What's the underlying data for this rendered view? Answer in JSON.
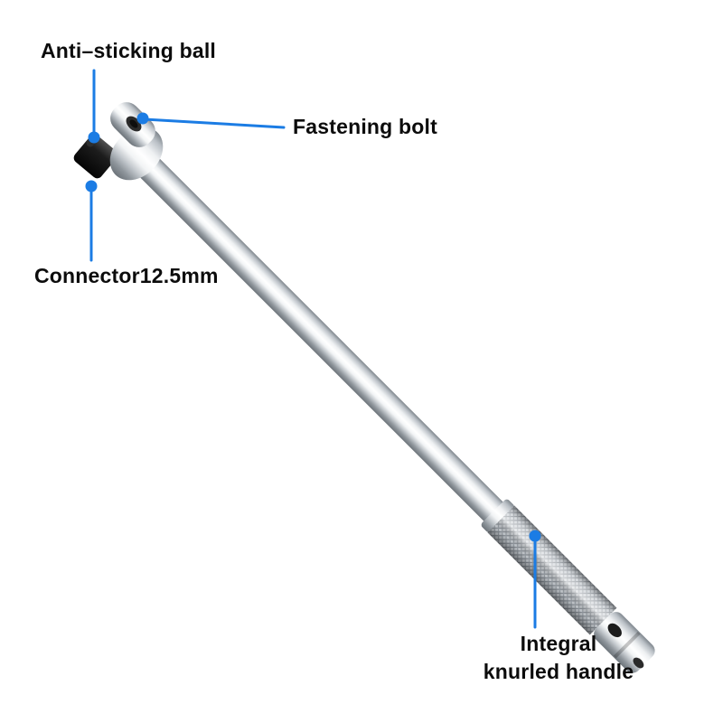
{
  "page": {
    "background": "#ffffff",
    "subject": "Chrome breaker bar (socket wrench) product image with part callouts"
  },
  "colors": {
    "accent": "#1b7ce4",
    "text": "#0c0c0c"
  },
  "callouts": {
    "ball": {
      "label": "Anti–sticking ball"
    },
    "bolt": {
      "label": "Fastening bolt"
    },
    "connector": {
      "label": "Connector12.5mm"
    },
    "handle": {
      "line1": "Integral",
      "line2": "knurled handle"
    }
  }
}
